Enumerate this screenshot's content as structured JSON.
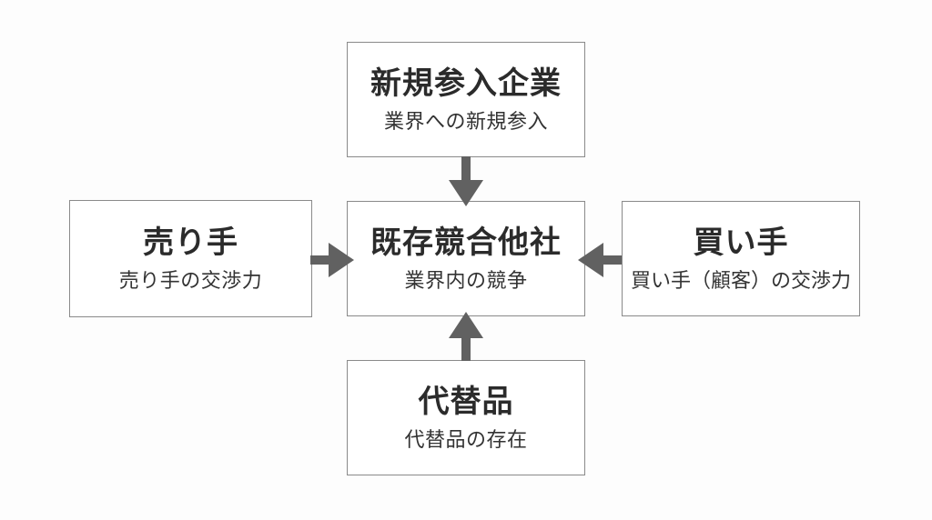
{
  "colors": {
    "background": "#fdfdfd",
    "box_fill": "#ffffff",
    "box_border": "#8a8a8a",
    "title_text": "#2b2b2b",
    "subtitle_text": "#333333",
    "arrow": "#616161"
  },
  "boxes": {
    "new_entrants": {
      "title": "新規参入企業",
      "subtitle": "業界への新規参入"
    },
    "suppliers": {
      "title": "売り手",
      "subtitle": "売り手の交渉力"
    },
    "rivalry": {
      "title": "既存競合他社",
      "subtitle": "業界内の競争"
    },
    "buyers": {
      "title": "買い手",
      "subtitle": "買い手（顧客）の交渉力"
    },
    "substitutes": {
      "title": "代替品",
      "subtitle": "代替品の存在"
    }
  },
  "arrows": [
    {
      "from": "new_entrants",
      "to": "rivalry",
      "direction": "down"
    },
    {
      "from": "suppliers",
      "to": "rivalry",
      "direction": "right"
    },
    {
      "from": "buyers",
      "to": "rivalry",
      "direction": "left"
    },
    {
      "from": "substitutes",
      "to": "rivalry",
      "direction": "up"
    }
  ]
}
